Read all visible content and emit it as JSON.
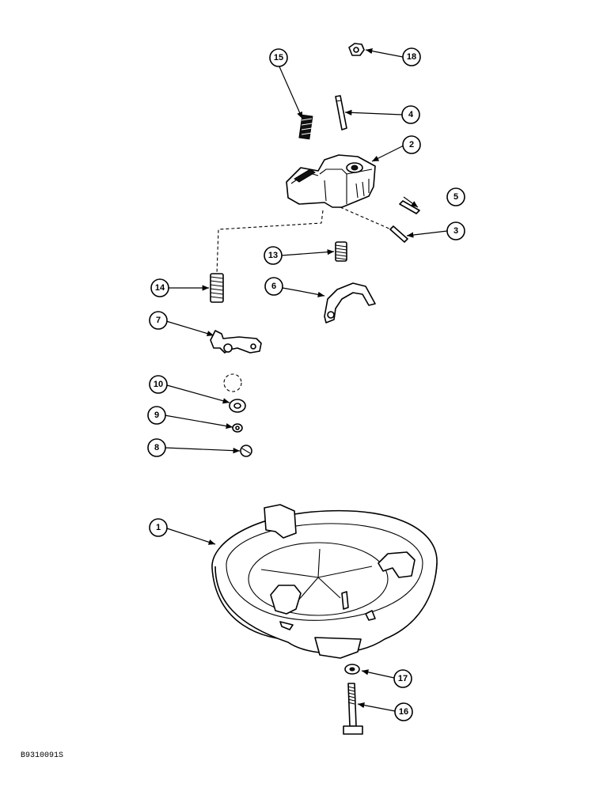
{
  "figure_code": "B9310091S",
  "callouts": {
    "c1": "1",
    "c2": "2",
    "c3": "3",
    "c4": "4",
    "c5": "5",
    "c6": "6",
    "c7": "7",
    "c8": "8",
    "c9": "9",
    "c10": "10",
    "c13": "13",
    "c14": "14",
    "c15": "15",
    "c16": "16",
    "c17": "17",
    "c18": "18"
  }
}
